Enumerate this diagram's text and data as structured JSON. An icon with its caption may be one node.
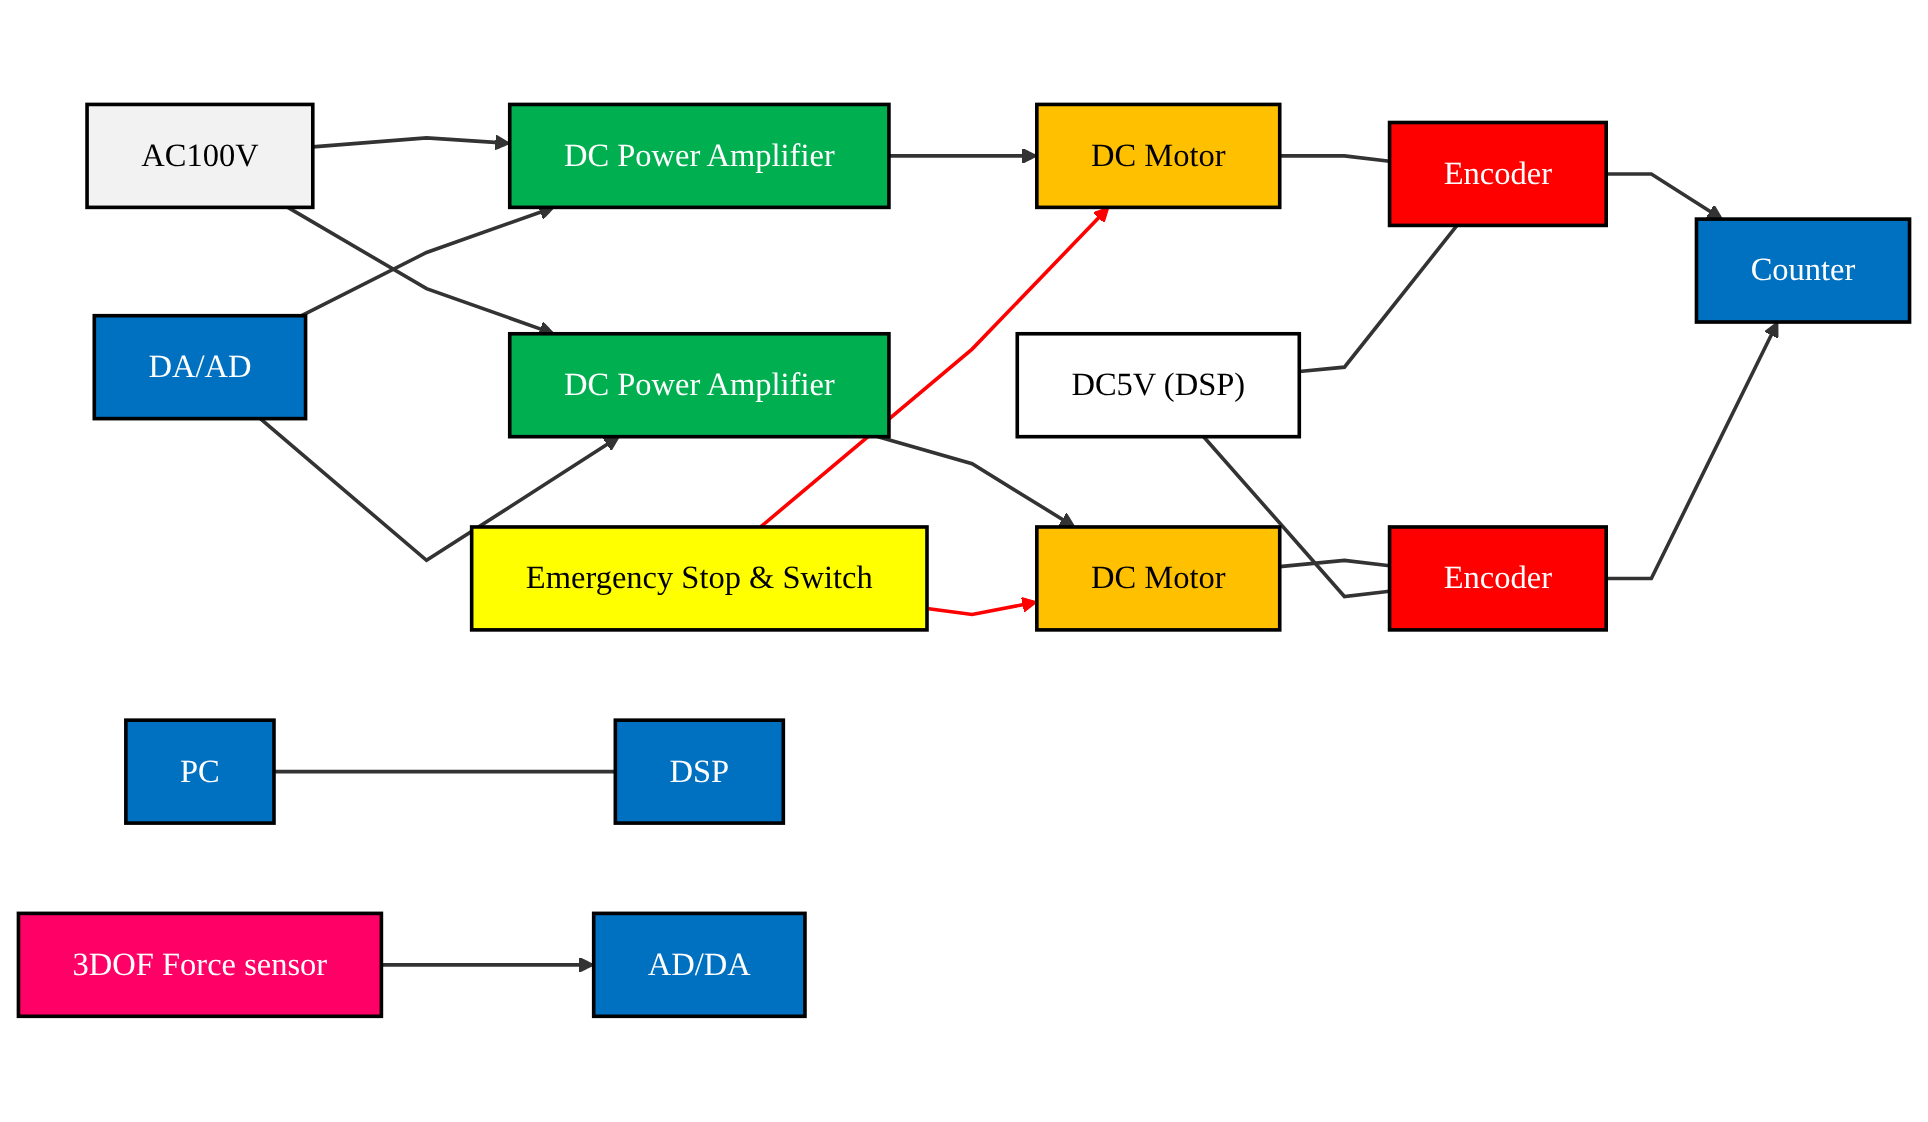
{
  "diagram": {
    "nodes": [
      {
        "text": [
          "DC5V (DSP)"
        ]
      },
      {
        "text": [
          "AC100V"
        ]
      },
      {
        "text": [
          "DC Power Amplifier"
        ]
      },
      {
        "text": [
          "DC Motor"
        ]
      },
      {
        "text": [
          "Encoder"
        ]
      },
      {
        "text": [
          "DC Power Amplifier"
        ]
      },
      {
        "text": [
          "DC Motor"
        ]
      },
      {
        "text": [
          "Encoder"
        ]
      },
      {
        "text": [
          "Emergency Stop & Switch"
        ]
      },
      {
        "text": [
          "PC"
        ]
      },
      {
        "text": [
          "DSP"
        ]
      },
      {
        "text": [
          "DA/AD"
        ]
      },
      {
        "text": [
          "Counter"
        ]
      },
      {
        "text": [
          "AD/DA"
        ]
      },
      {
        "text": [
          "3DOF Force sensor"
        ]
      }
    ],
    "edges": [
      {
        "from": 1,
        "to": 2,
        "arrow": "to"
      },
      {
        "from": 1,
        "to": 5,
        "arrow": "to"
      },
      {
        "from": 2,
        "to": 3,
        "arrow": "to"
      },
      {
        "from": 5,
        "to": 6,
        "arrow": "to"
      },
      {
        "from": 3,
        "to": 4,
        "arrow": "none"
      },
      {
        "from": 6,
        "to": 7,
        "arrow": "none"
      },
      {
        "from": 0,
        "to": 4,
        "arrow": "none"
      },
      {
        "from": 0,
        "to": 7,
        "arrow": "none"
      },
      {
        "from": 11,
        "to": 2,
        "arrow": "to"
      },
      {
        "from": 11,
        "to": 5,
        "arrow": "to"
      },
      {
        "from": 4,
        "to": 12,
        "arrow": "to"
      },
      {
        "from": 7,
        "to": 12,
        "arrow": "to"
      },
      {
        "from": 14,
        "to": 13,
        "arrow": "to"
      },
      {
        "from": 9,
        "to": 10,
        "arrow": "none"
      },
      {
        "from": 8,
        "to": 3,
        "arrow": "to",
        "color": "#ff0000"
      },
      {
        "from": 8,
        "to": 6,
        "arrow": "to",
        "color": "#ff0000"
      }
    ]
  }
}
